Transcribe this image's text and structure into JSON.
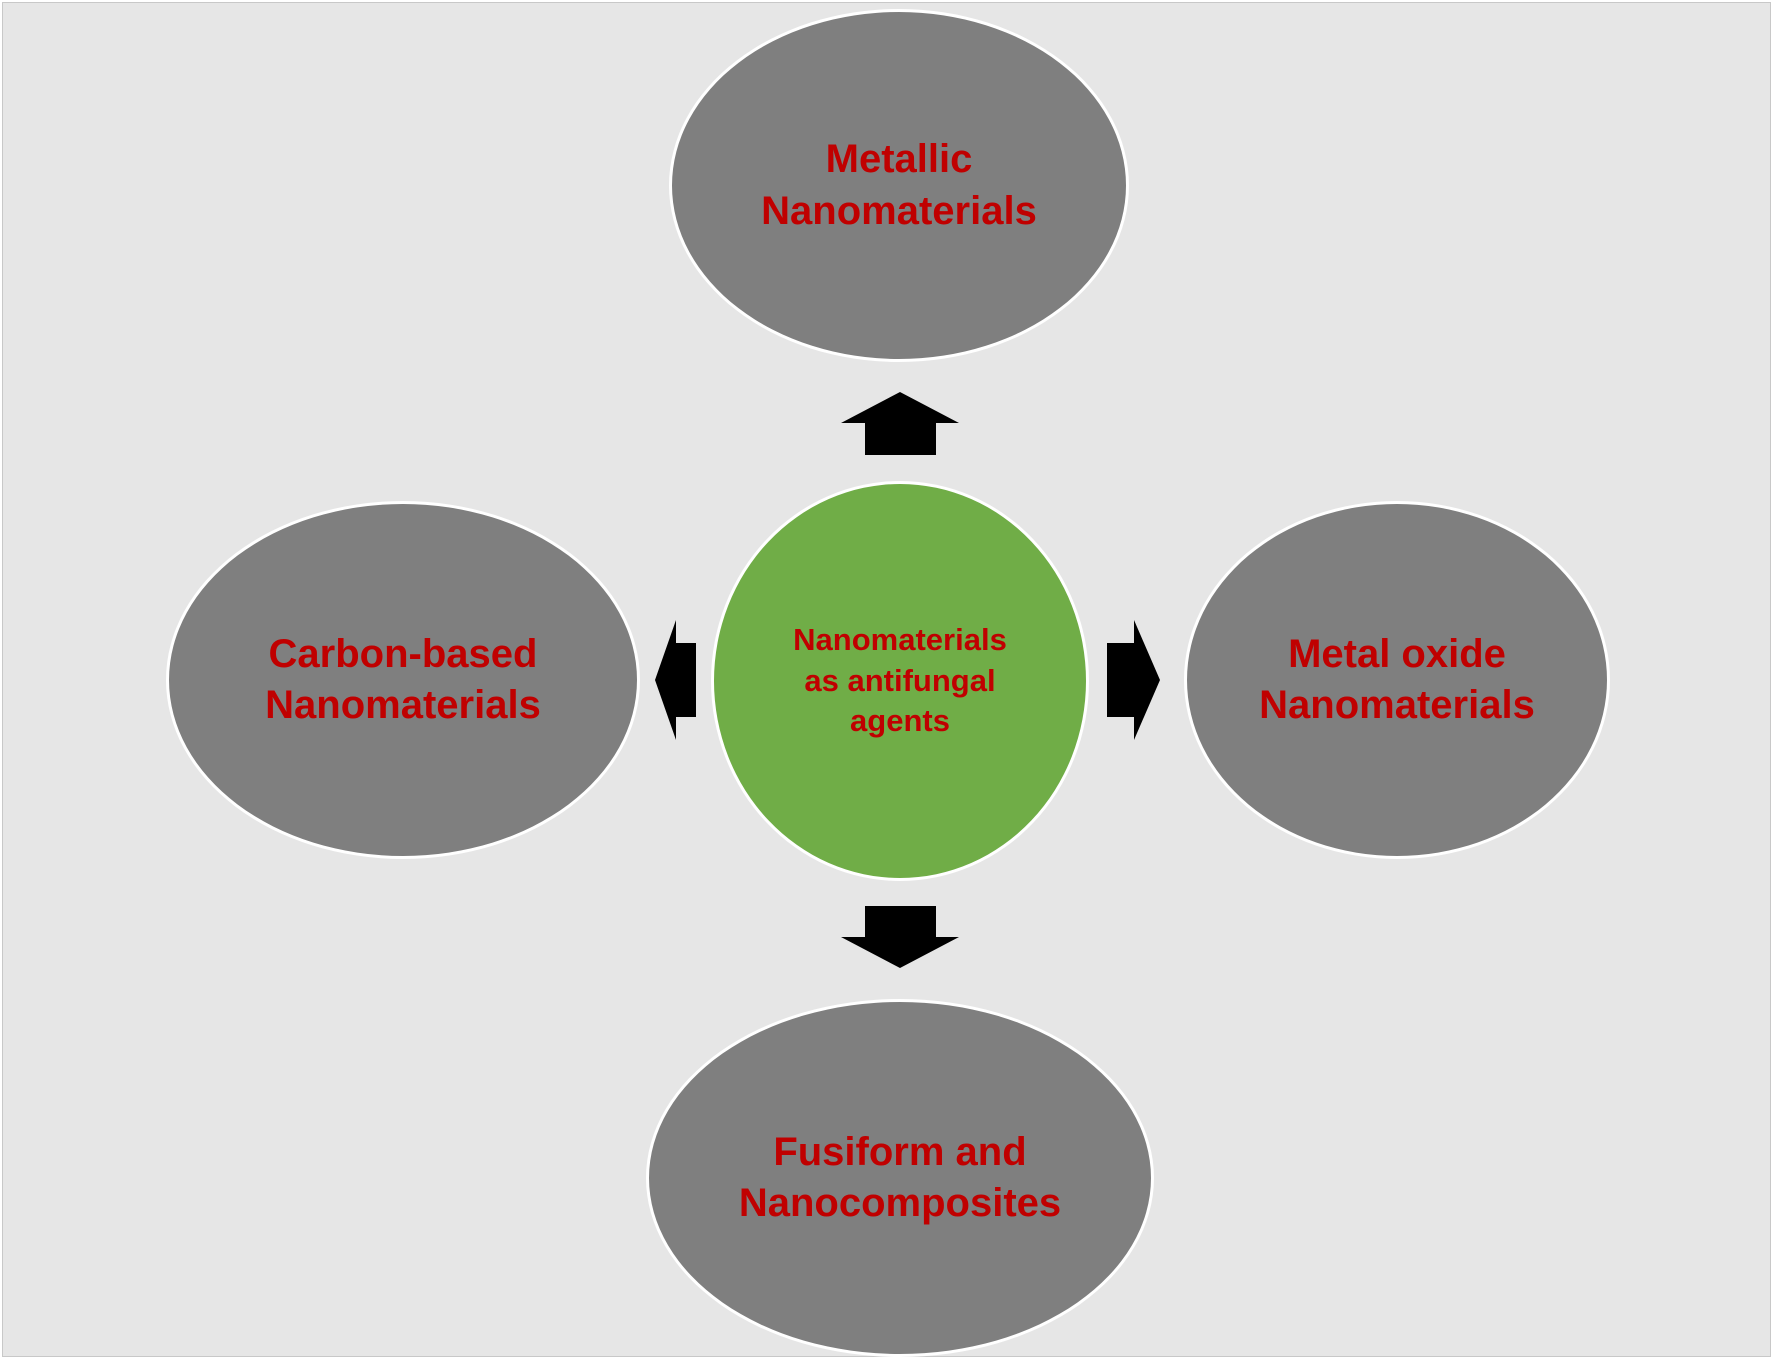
{
  "diagram": {
    "colors": {
      "background": "#e6e6e6",
      "outer_node_fill": "#7f7f7f",
      "center_node_fill": "#70ad47",
      "node_border": "#ffffff",
      "label_text": "#c00000",
      "arrow_fill": "#000000"
    },
    "center": {
      "label": "Nanomaterials\nas antifungal\nagents"
    },
    "top": {
      "label": "Metallic\nNanomaterials"
    },
    "left": {
      "label": "Carbon-based\nNanomaterials"
    },
    "right": {
      "label": "Metal oxide\nNanomaterials"
    },
    "bottom": {
      "label": "Fusiform and\nNanocomposites"
    }
  }
}
